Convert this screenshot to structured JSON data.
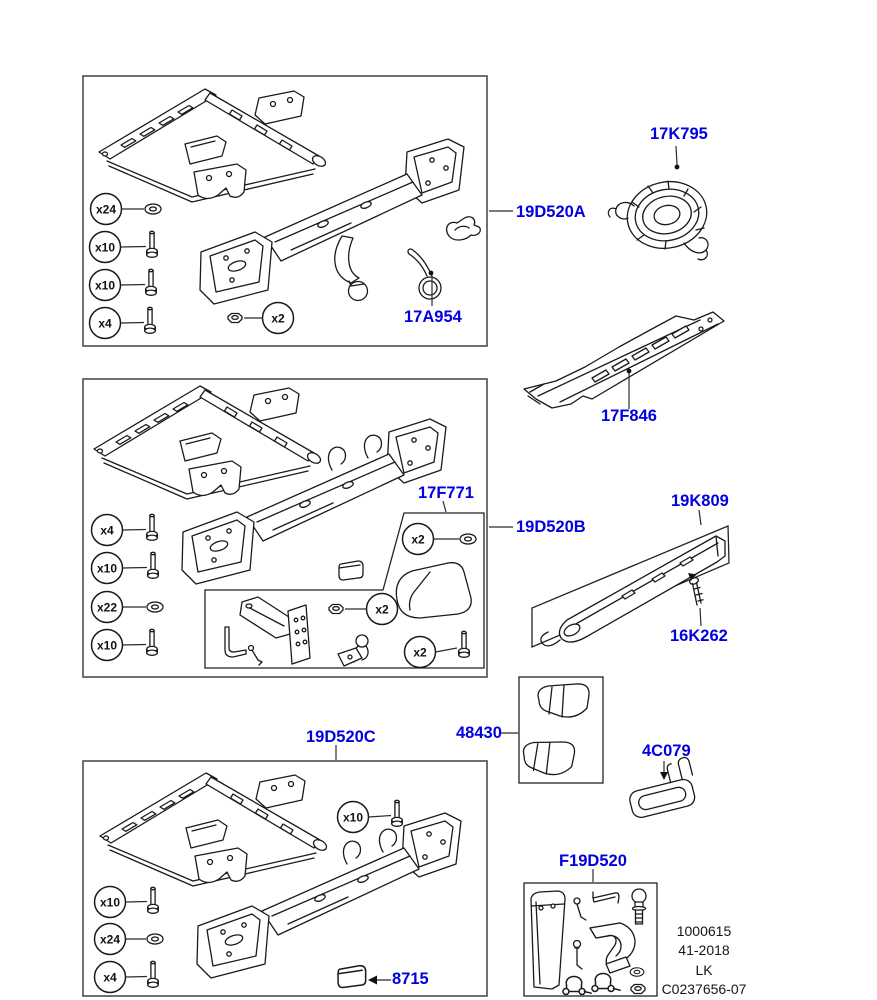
{
  "colors": {
    "label_blue": "#0000E0",
    "line_dark": "#1a1a1a",
    "box_border": "#4d4d4d"
  },
  "diagram": {
    "kit_a": {
      "code": "19D520A",
      "callouts": [
        "x24",
        "x10",
        "x10",
        "x4",
        "x2"
      ],
      "towing_eye_code": "17A954"
    },
    "tow_rope_code": "17K795",
    "skid_plate_code": "17F846",
    "kit_b": {
      "code": "19D520B",
      "callouts": [
        "x4",
        "x10",
        "x22",
        "x10"
      ],
      "hitch_kit": {
        "code": "17F771",
        "callouts": [
          "x2",
          "x2",
          "x2"
        ]
      }
    },
    "sill_trim": {
      "code": "19K809",
      "screw_code": "16K262"
    },
    "cover_pair_code": "48430",
    "bracket_code": "4C079",
    "kit_c": {
      "code": "19D520C",
      "callouts": [
        "x10",
        "x10",
        "x24",
        "x4"
      ],
      "blanking_cover_code": "8715"
    },
    "accessory_kit_code": "F19D520"
  },
  "info_block": {
    "lines": [
      "1000615",
      "41-2018",
      "LK",
      "C0237656-07"
    ]
  }
}
